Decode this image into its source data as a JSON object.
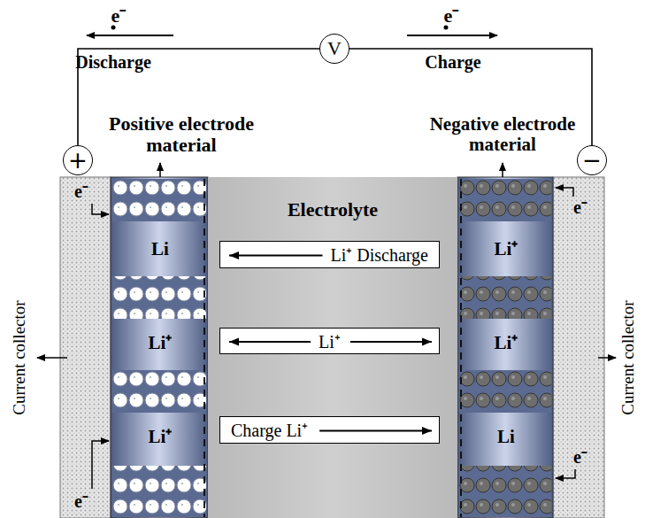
{
  "diagram": {
    "nodes": [
      {
        "text": [
          "V"
        ]
      },
      {
        "text": [
          "+"
        ]
      },
      {
        "text": [
          "−"
        ]
      },
      {
        "text": [
          "Electrolyte"
        ]
      },
      {
        "text": [
          "Li⁺ Discharge"
        ],
        "in": 3
      },
      {
        "text": [
          "Li⁺"
        ],
        "in": 3
      },
      {
        "text": [
          "Charge Li⁺"
        ],
        "in": 3
      }
    ],
    "edges": [
      {
        "from": 1,
        "to": 0,
        "arrow": "none"
      },
      {
        "from": 0,
        "to": 2,
        "arrow": "none"
      }
    ],
    "labels": [
      "e⁻",
      "Discharge",
      "e⁻",
      "Charge",
      "Positive electrode material",
      "Negative electrode material",
      "Li",
      "Li⁺",
      "Li⁺",
      "Li⁺",
      "Li⁺",
      "Li",
      "e⁻",
      "e⁻",
      "e⁻",
      "e⁻",
      "Current collector",
      "Current collector"
    ]
  }
}
